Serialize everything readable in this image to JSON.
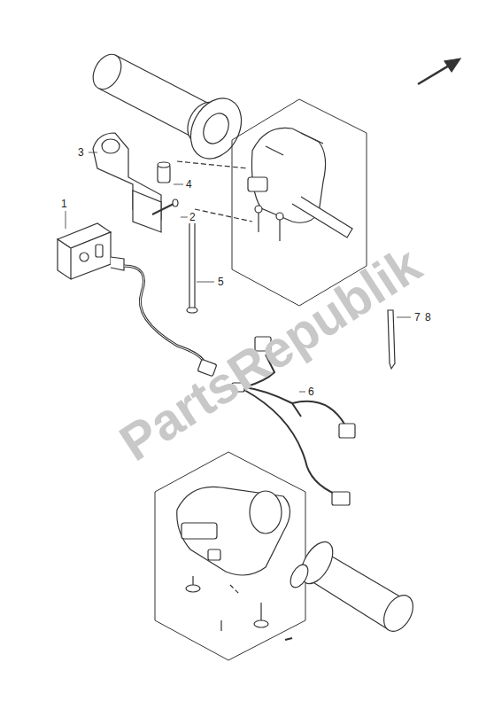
{
  "diagram": {
    "labels": [
      "1",
      "2",
      "3",
      "4",
      "5",
      "6",
      "7",
      "8",
      "PartsRepublik"
    ]
  }
}
